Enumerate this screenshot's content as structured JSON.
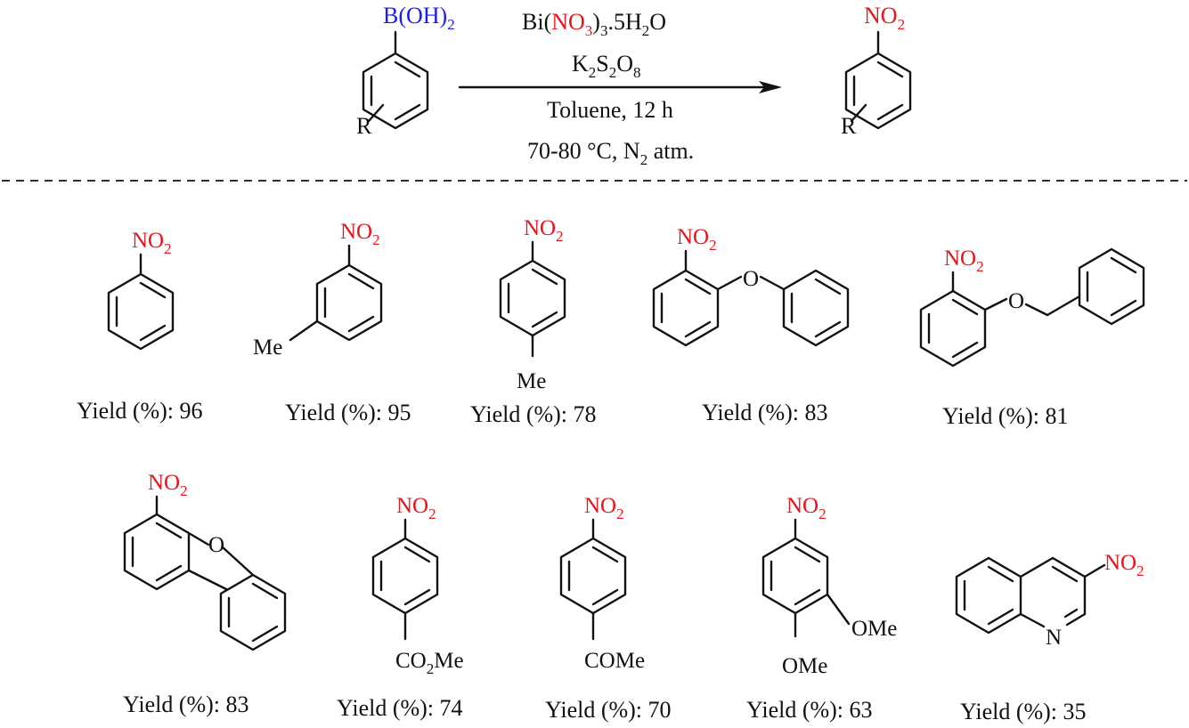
{
  "reaction": {
    "reactant_group": "B(OH)",
    "reactant_group_sub": "2",
    "reactant_R": "R",
    "product_group": "NO",
    "product_group_sub": "2",
    "product_R": "R",
    "conditions": {
      "line1_a": "Bi(",
      "line1_b": "NO",
      "line1_b_sub": "3",
      "line1_c": ")",
      "line1_c_sub": "3",
      "line1_d": ".5H",
      "line1_d_sub": "2",
      "line1_e": "O",
      "line2_a": "K",
      "line2_a_sub": "2",
      "line2_b": "S",
      "line2_b_sub": "2",
      "line2_c": "O",
      "line2_c_sub": "8",
      "line3": "Toluene, 12 h",
      "line4_a": "70-80 °C, N",
      "line4_a_sub": "2",
      "line4_b": " atm."
    }
  },
  "common": {
    "nitro": "NO",
    "nitro_sub": "2"
  },
  "products": [
    {
      "label": "Yield (%): 96"
    },
    {
      "label": "Yield (%): 95",
      "substituent": "Me"
    },
    {
      "label": "Yield (%): 78",
      "substituent": "Me"
    },
    {
      "label": "Yield (%): 83",
      "hetero": "O"
    },
    {
      "label": "Yield (%): 81",
      "hetero": "O"
    },
    {
      "label": "Yield (%): 83",
      "hetero": "O"
    },
    {
      "label": "Yield (%): 74",
      "substituent": "CO",
      "substituent_sub": "2",
      "substituent_tail": "Me"
    },
    {
      "label": "Yield (%): 70",
      "substituent": "COMe"
    },
    {
      "label": "Yield (%): 63",
      "substituent": "OMe",
      "substituent2": "OMe"
    },
    {
      "label": "Yield (%): 35",
      "hetero": "N"
    }
  ]
}
